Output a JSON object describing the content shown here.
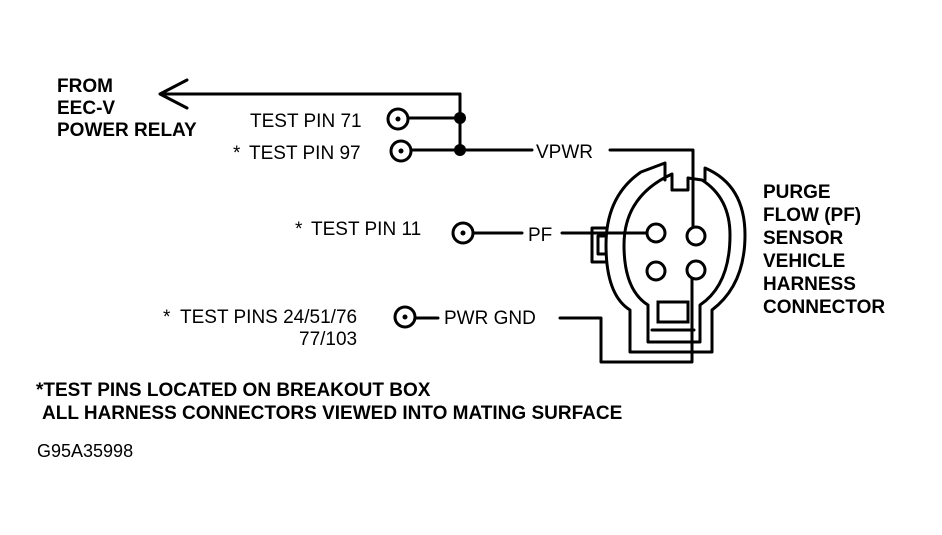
{
  "source": {
    "line1": "FROM",
    "line2": "EEC-V",
    "line3": "POWER RELAY"
  },
  "test_pins": {
    "pin71": "TEST PIN 71",
    "pin97": "TEST PIN 97",
    "pin11": "TEST PIN 11",
    "pins_gnd_line1": "TEST PINS 24/51/76",
    "pins_gnd_line2": "77/103",
    "asterisk": "*"
  },
  "circuits": {
    "vpwr": "VPWR",
    "pf": "PF",
    "pwr_gnd": "PWR GND"
  },
  "connector_label": {
    "line1": "PURGE",
    "line2": "FLOW (PF)",
    "line3": "SENSOR",
    "line4": "VEHICLE",
    "line5": "HARNESS",
    "line6": "CONNECTOR"
  },
  "notes": {
    "line1": "*TEST PINS LOCATED ON BREAKOUT BOX",
    "line2": "ALL HARNESS CONNECTORS VIEWED INTO MATING SURFACE"
  },
  "figure_id": "G95A35998",
  "colors": {
    "ink": "#000000",
    "background": "#ffffff"
  }
}
